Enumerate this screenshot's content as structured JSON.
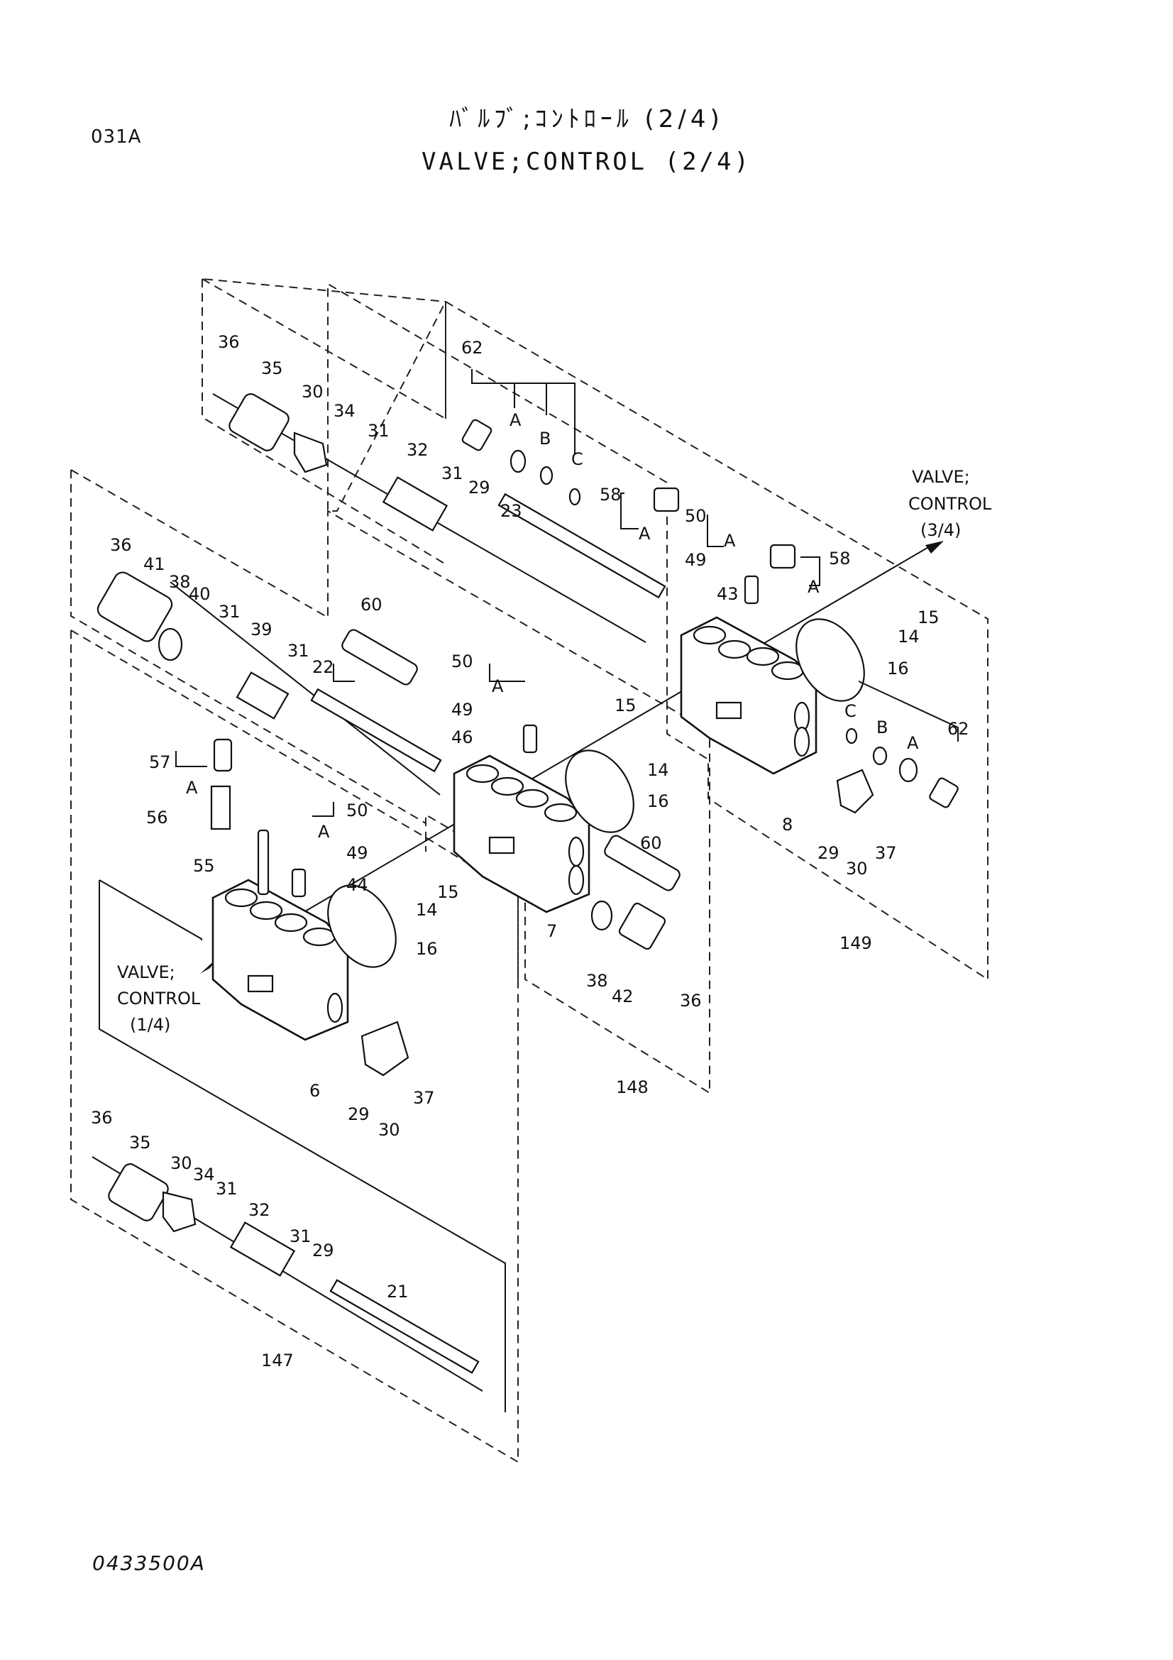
{
  "header": {
    "page_code": "031A",
    "title_jp": "ﾊﾞﾙﾌﾞ;ｺﾝﾄﾛｰﾙ (2/4)",
    "title_en": "VALVE;CONTROL (2/4)"
  },
  "footer": {
    "drawing_no": "0433500A"
  },
  "refs": {
    "valve_control_3_4": [
      "VALVE;",
      "CONTROL",
      "(3/4)"
    ],
    "valve_control_1_4": [
      "VALVE;",
      "CONTROL",
      "(1/4)"
    ]
  },
  "callouts": [
    {
      "id": "c36a",
      "label": "36"
    },
    {
      "id": "c35a",
      "label": "35"
    },
    {
      "id": "c30a",
      "label": "30"
    },
    {
      "id": "c34a",
      "label": "34"
    },
    {
      "id": "c31a",
      "label": "31"
    },
    {
      "id": "c32a",
      "label": "32"
    },
    {
      "id": "c31b",
      "label": "31"
    },
    {
      "id": "c29a",
      "label": "29"
    },
    {
      "id": "c23",
      "label": "23"
    },
    {
      "id": "c62a",
      "label": "62"
    },
    {
      "id": "cAa",
      "label": "A"
    },
    {
      "id": "cBa",
      "label": "B"
    },
    {
      "id": "cCa",
      "label": "C"
    },
    {
      "id": "c58a",
      "label": "58"
    },
    {
      "id": "cAb",
      "label": "A"
    },
    {
      "id": "c50a",
      "label": "50"
    },
    {
      "id": "cAc",
      "label": "A"
    },
    {
      "id": "c49a",
      "label": "49"
    },
    {
      "id": "c43",
      "label": "43"
    },
    {
      "id": "c58b",
      "label": "58"
    },
    {
      "id": "cAd",
      "label": "A"
    },
    {
      "id": "c15a",
      "label": "15"
    },
    {
      "id": "c14a",
      "label": "14"
    },
    {
      "id": "c16a",
      "label": "16"
    },
    {
      "id": "cCb",
      "label": "C"
    },
    {
      "id": "cBb",
      "label": "B"
    },
    {
      "id": "cAe",
      "label": "A"
    },
    {
      "id": "c62b",
      "label": "62"
    },
    {
      "id": "c8",
      "label": "8"
    },
    {
      "id": "c29b",
      "label": "29"
    },
    {
      "id": "c30b",
      "label": "30"
    },
    {
      "id": "c37a",
      "label": "37"
    },
    {
      "id": "c149",
      "label": "149"
    },
    {
      "id": "c36b",
      "label": "36"
    },
    {
      "id": "c41",
      "label": "41"
    },
    {
      "id": "c38a",
      "label": "38"
    },
    {
      "id": "c40",
      "label": "40"
    },
    {
      "id": "c31c",
      "label": "31"
    },
    {
      "id": "c39",
      "label": "39"
    },
    {
      "id": "c31d",
      "label": "31"
    },
    {
      "id": "c22",
      "label": "22"
    },
    {
      "id": "c60a",
      "label": "60"
    },
    {
      "id": "c50b",
      "label": "50"
    },
    {
      "id": "cAf",
      "label": "A"
    },
    {
      "id": "c49b",
      "label": "49"
    },
    {
      "id": "c46",
      "label": "46"
    },
    {
      "id": "c15b",
      "label": "15"
    },
    {
      "id": "c14b",
      "label": "14"
    },
    {
      "id": "c16b",
      "label": "16"
    },
    {
      "id": "c60b",
      "label": "60"
    },
    {
      "id": "c7",
      "label": "7"
    },
    {
      "id": "c38b",
      "label": "38"
    },
    {
      "id": "c42",
      "label": "42"
    },
    {
      "id": "c36c",
      "label": "36"
    },
    {
      "id": "c148",
      "label": "148"
    },
    {
      "id": "c57",
      "label": "57"
    },
    {
      "id": "cAg",
      "label": "A"
    },
    {
      "id": "c56",
      "label": "56"
    },
    {
      "id": "c55",
      "label": "55"
    },
    {
      "id": "c50c",
      "label": "50"
    },
    {
      "id": "cAh",
      "label": "A"
    },
    {
      "id": "c49c",
      "label": "49"
    },
    {
      "id": "c44",
      "label": "44"
    },
    {
      "id": "c15c",
      "label": "15"
    },
    {
      "id": "c14c",
      "label": "14"
    },
    {
      "id": "c16c",
      "label": "16"
    },
    {
      "id": "c6",
      "label": "6"
    },
    {
      "id": "c29c",
      "label": "29"
    },
    {
      "id": "c30c",
      "label": "30"
    },
    {
      "id": "c37b",
      "label": "37"
    },
    {
      "id": "c36d",
      "label": "36"
    },
    {
      "id": "c35b",
      "label": "35"
    },
    {
      "id": "c30d",
      "label": "30"
    },
    {
      "id": "c34b",
      "label": "34"
    },
    {
      "id": "c31e",
      "label": "31"
    },
    {
      "id": "c32b",
      "label": "32"
    },
    {
      "id": "c31f",
      "label": "31"
    },
    {
      "id": "c29d",
      "label": "29"
    },
    {
      "id": "c21",
      "label": "21"
    },
    {
      "id": "c147",
      "label": "147"
    }
  ]
}
